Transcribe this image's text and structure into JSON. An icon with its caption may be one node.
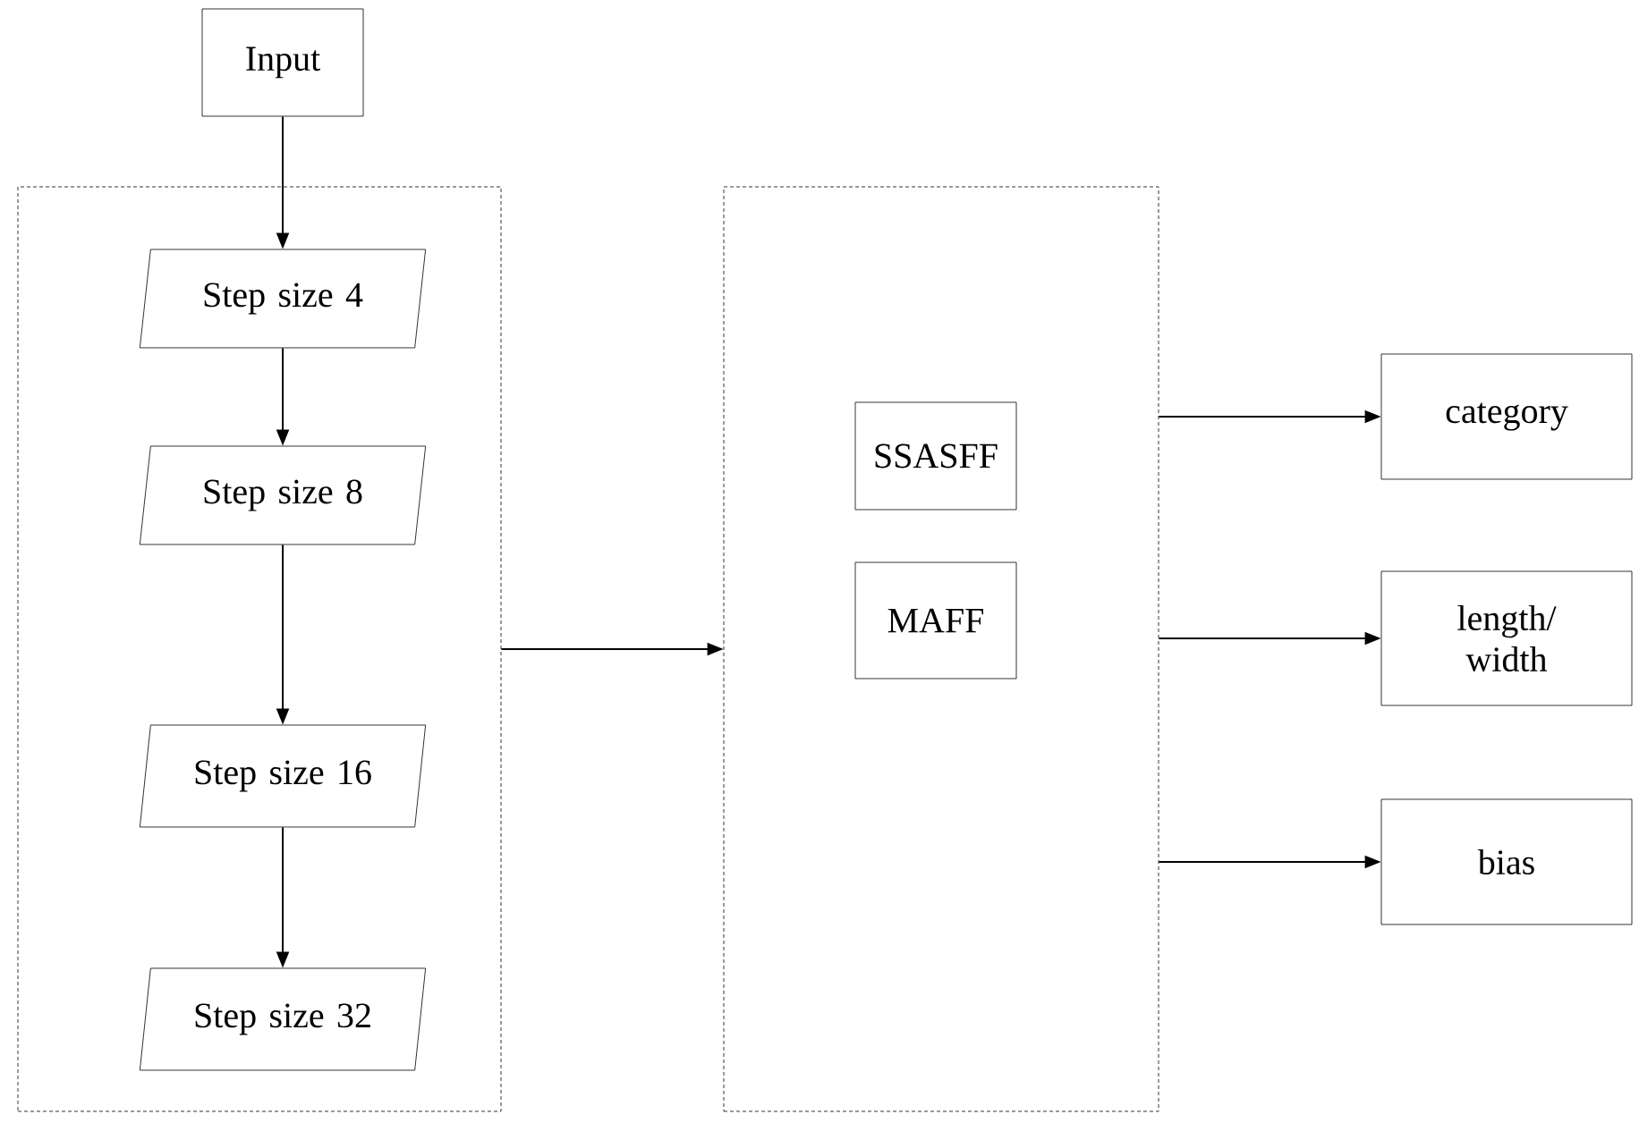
{
  "diagram": {
    "nodes": [
      {
        "text": [
          "Input"
        ]
      },
      {
        "text": [],
        "shape": "box"
      },
      {
        "text": [
          "Step size 4"
        ],
        "in": 1
      },
      {
        "text": [
          "Step size 8"
        ],
        "in": 1
      },
      {
        "text": [
          "Step size 16"
        ],
        "in": 1
      },
      {
        "text": [
          "Step size 32"
        ],
        "in": 1
      },
      {
        "text": [],
        "shape": "box"
      },
      {
        "text": [
          "SSASFF"
        ],
        "in": 6
      },
      {
        "text": [
          "MAFF"
        ],
        "in": 6
      },
      {
        "text": [
          "category"
        ]
      },
      {
        "text": [
          "length/ width"
        ]
      },
      {
        "text": [
          "bias"
        ]
      }
    ],
    "edges": [
      {
        "from": 0,
        "to": 2,
        "arrow": "to"
      },
      {
        "from": 2,
        "to": 3,
        "arrow": "to"
      },
      {
        "from": 3,
        "to": 4,
        "arrow": "to"
      },
      {
        "from": 4,
        "to": 5,
        "arrow": "to"
      },
      {
        "from": 1,
        "to": 6,
        "arrow": "to"
      },
      {
        "from": 6,
        "to": 9,
        "arrow": "to"
      },
      {
        "from": 6,
        "to": 10,
        "arrow": "to"
      },
      {
        "from": 6,
        "to": 11,
        "arrow": "to"
      }
    ]
  }
}
